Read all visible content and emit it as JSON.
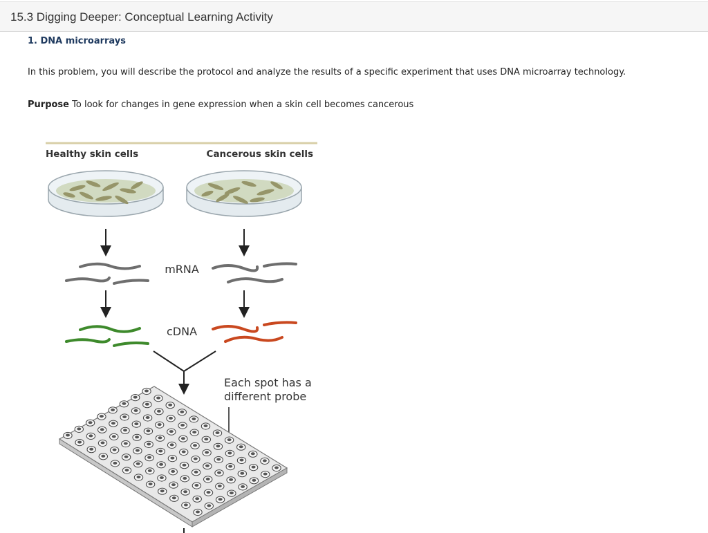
{
  "page": {
    "title": "15.3 Digging Deeper: Conceptual Learning Activity",
    "question_heading": "1. DNA microarrays",
    "intro_text": "In this problem, you will describe the protocol and analyze the results of a specific experiment that uses DNA microarray technology.",
    "purpose_label": "Purpose",
    "purpose_text": "To look for changes in gene expression when a skin cell becomes cancerous"
  },
  "figure": {
    "healthy_label": "Healthy skin cells",
    "cancerous_label": "Cancerous skin cells",
    "mrna_label": "mRNA",
    "cdna_label": "cDNA",
    "probe_note_line1": "Each spot has a",
    "probe_note_line2": "different probe",
    "colors": {
      "mrna": "#6e6e6e",
      "cdna_healthy": "#3e8a2c",
      "cdna_cancer": "#c9481f",
      "rule": "#d8cfa8"
    }
  }
}
